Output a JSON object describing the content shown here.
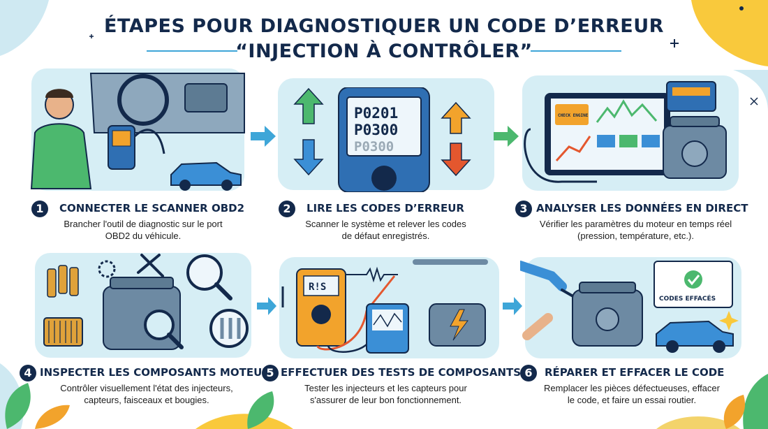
{
  "title": {
    "line1": "ÉTAPES POUR DIAGNOSTIQUER UN CODE D’ERREUR",
    "line2": "“INJECTION À CONTRÔLER”"
  },
  "colors": {
    "navy": "#13294b",
    "accent_blue": "#3ea6d8",
    "panel_bg": "#d6eef5",
    "arrow_up_green": "#4cb86e",
    "arrow_up_orange": "#f2a32c",
    "arrow_down_blue": "#3b8fd6",
    "arrow_down_red": "#e4572e"
  },
  "steps": [
    {
      "number": "1",
      "title": "CONNECTER LE SCANNER OBD2",
      "desc_line1": "Brancher l'outil de diagnostic sur le port",
      "desc_line2": "OBD2 du véhicule."
    },
    {
      "number": "2",
      "title": "LIRE LES CODES D’ERREUR",
      "desc_line1": "Scanner le système et relever les codes",
      "desc_line2": "de défaut enregistrés."
    },
    {
      "number": "3",
      "title": "ANALYSER LES DONNÉES EN DIRECT",
      "desc_line1": "Vérifier les paramètres du moteur en temps réel",
      "desc_line2": "(pression, température, etc.)."
    },
    {
      "number": "4",
      "title": "INSPECTER LES COMPOSANTS MOTEUR",
      "desc_line1": "Contrôler visuellement l'état des injecteurs,",
      "desc_line2": "capteurs, faisceaux et bougies."
    },
    {
      "number": "5",
      "title": "EFFECTUER DES TESTS DE COMPOSANTS",
      "desc_line1": "Tester les injecteurs et les capteurs pour",
      "desc_line2": "s'assurer de leur bon fonctionnement."
    },
    {
      "number": "6",
      "title": "RÉPARER ET EFFACER LE CODE",
      "desc_line1": "Remplacer les pièces défectueuses, effacer",
      "desc_line2": "le code, et faire un essai routier."
    }
  ],
  "scanner_codes": [
    "P0201",
    "P0300",
    "P0300"
  ],
  "dashboard_badge": "CHECK ENGINE",
  "multimeter_display": "R!S",
  "codes_cleared_badge": "CODES EFFACÉS"
}
